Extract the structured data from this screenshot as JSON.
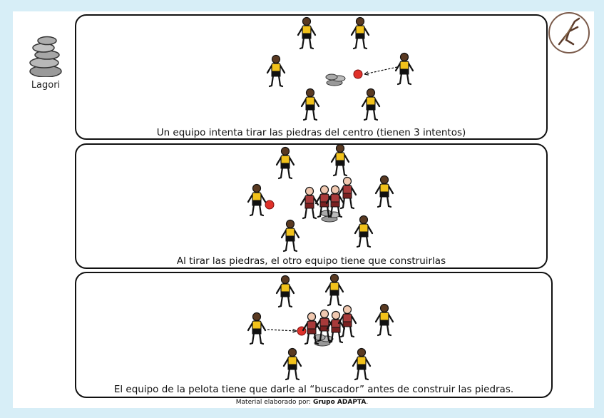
{
  "sidebar": {
    "label": "Lagori",
    "icon": "stacked-stones-icon"
  },
  "corner": {
    "icon": "running-figure-emblem-icon"
  },
  "panels": [
    {
      "caption": "Un equipo intenta tirar las piedras del centro (tienen 3 intentos)"
    },
    {
      "caption": "Al tirar las piedras, el otro equipo tiene que construirlas"
    },
    {
      "caption": "El equipo de la pelota tiene que darle al “buscador” antes de construir las piedras."
    }
  ],
  "footer": {
    "prefix": "Material elaborado por:",
    "author": "Grupo  ADAPTA",
    "suffix": "."
  },
  "colors": {
    "background": "#d7eef7",
    "team_yellow": "#f2c21b",
    "team_red": "#a83a3a",
    "ball": "#e0312a",
    "border": "#111111"
  }
}
